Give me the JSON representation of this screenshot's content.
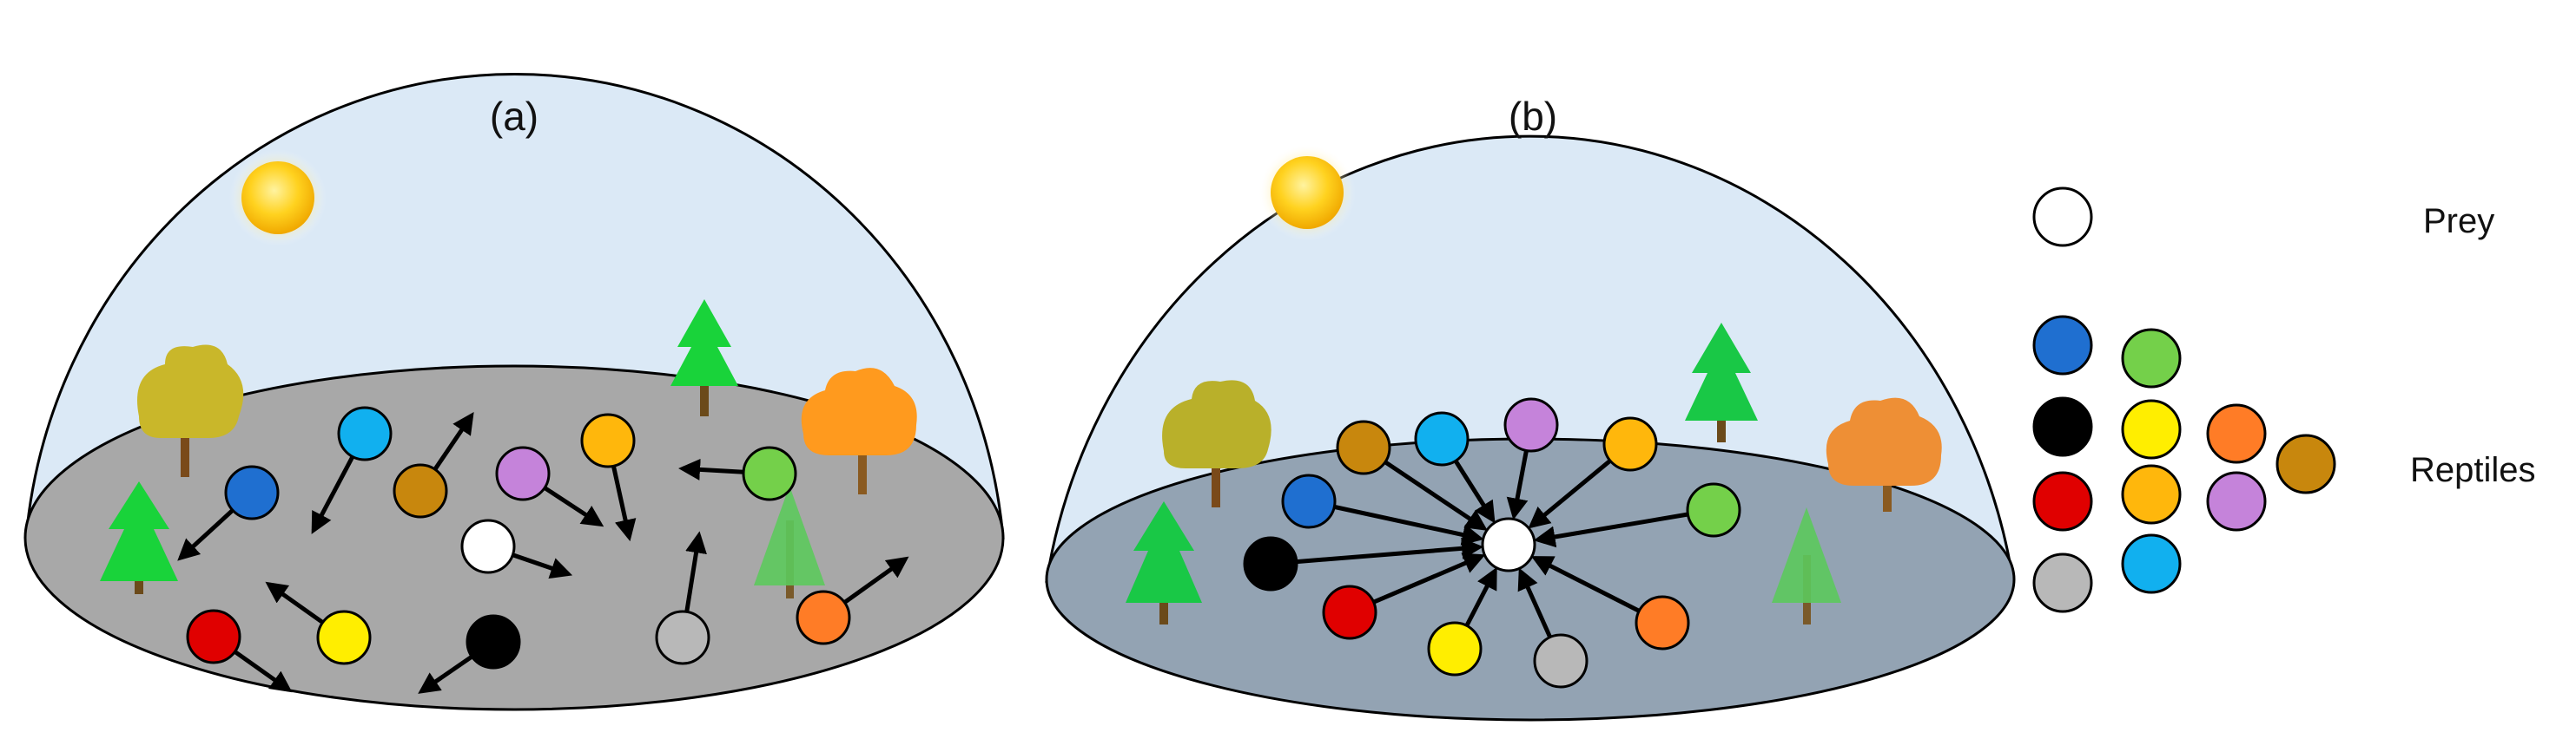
{
  "panels": [
    {
      "label": "(a)",
      "description_mode": "random movement",
      "prey": {
        "color": "#ffffff"
      },
      "reptiles": [
        "#1f6fd0",
        "#11b0ef",
        "#c8870d",
        "#c583da",
        "#ffb70c",
        "#74d04a",
        "#ff7c26",
        "#e00000",
        "#ffee00",
        "#000000",
        "#b8b8b8"
      ]
    },
    {
      "label": "(b)",
      "description_mode": "converging on prey",
      "prey": {
        "color": "#ffffff"
      },
      "reptiles": [
        "#c8870d",
        "#11b0ef",
        "#c583da",
        "#ffb70c",
        "#1f6fd0",
        "#74d04a",
        "#000000",
        "#e00000",
        "#ffee00",
        "#b8b8b8",
        "#ff7c26"
      ]
    }
  ],
  "legend": {
    "prey_label": "Prey",
    "reptiles_label": "Reptiles",
    "prey_color": "#ffffff",
    "reptile_colors": [
      "#1f6fd0",
      "#000000",
      "#e00000",
      "#b8b8b8",
      "#74d04a",
      "#ffee00",
      "#ffb70c",
      "#11b0ef",
      "#ff7c26",
      "#c583da",
      "#c8870d"
    ]
  },
  "colors": {
    "sky": "#dbe9f6",
    "ground_a": "#a8a8a8",
    "ground_b": "#93a3b3",
    "outline": "#000000"
  }
}
